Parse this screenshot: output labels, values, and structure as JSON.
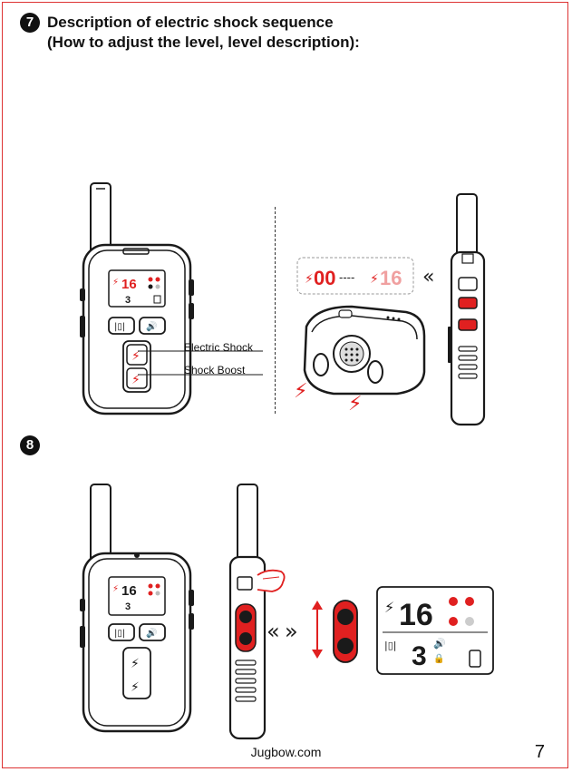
{
  "step7": {
    "badge": "7",
    "title_line1": "Description of electric shock sequence",
    "title_line2": "(How to adjust the level, level description):"
  },
  "step8": {
    "badge": "8"
  },
  "labels": {
    "electric_shock": "Electric Shock",
    "shock_boost": "Shock Boost"
  },
  "level_display": {
    "start": "00",
    "end": "16",
    "separator": "----"
  },
  "remote_screen": {
    "level": "16",
    "channel": "3"
  },
  "zoom_screen": {
    "level": "16",
    "channel": "3"
  },
  "footer": {
    "site": "Jugbow.com",
    "page": "7"
  },
  "colors": {
    "accent": "#e02020",
    "outline": "#1a1a1a"
  }
}
